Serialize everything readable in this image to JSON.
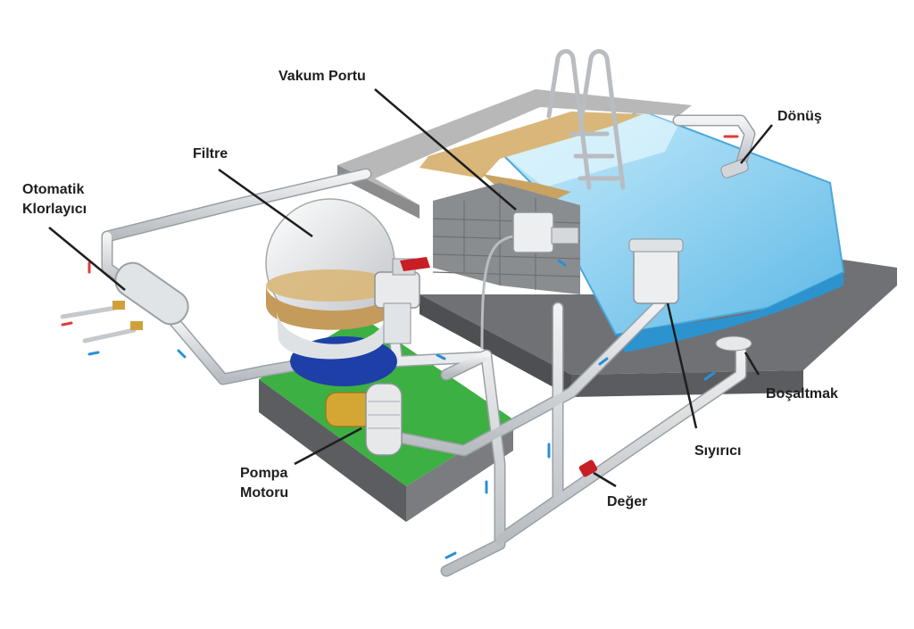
{
  "labels": {
    "vacuum_port": "Vakum Portu",
    "return": "Dönüş",
    "filter": "Filtre",
    "chlorinator_line1": "Otomatik",
    "chlorinator_line2": "Klorlayıcı",
    "drain": "Boşaltmak",
    "skimmer": "Sıyırıcı",
    "pump_line1": "Pompa",
    "pump_line2": "Motoru",
    "valve": "Değer"
  },
  "colors": {
    "water": "#9fd8f2",
    "pipe": "#d9dcdf",
    "deck": "#9b9b9b",
    "coping": "#d9b77a",
    "pump_base": "#3cb043",
    "flow_in": "#2a8fd6",
    "flow_out": "#e23b3b"
  }
}
